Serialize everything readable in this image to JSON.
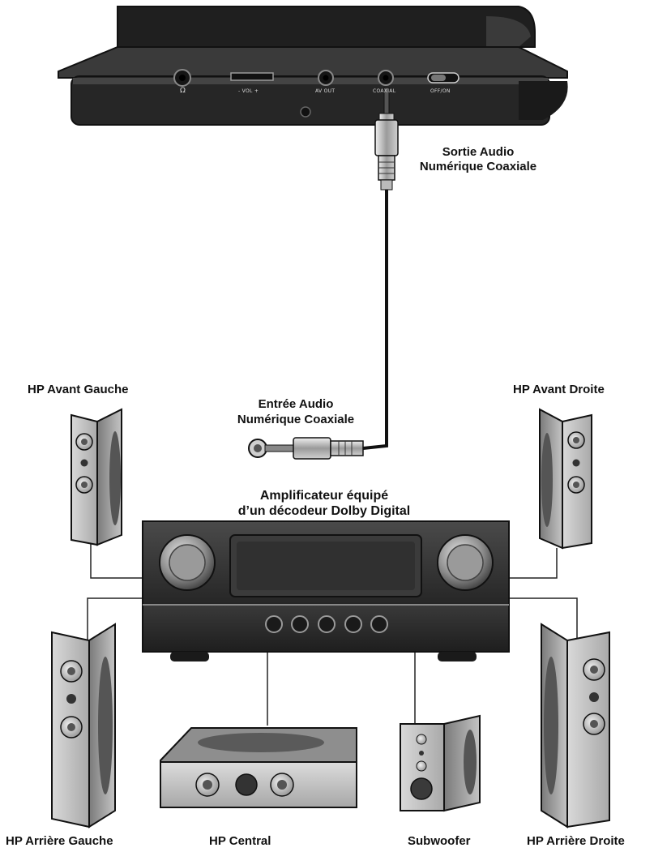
{
  "player": {
    "vol_label": "- VOL +",
    "av_out_label": "AV OUT",
    "coaxial_label": "COAXIAL",
    "switch_label": "OFF/ON"
  },
  "labels": {
    "output_line1": "Sortie Audio",
    "output_line2": "Numérique Coaxiale",
    "input_line1": "Entrée Audio",
    "input_line2": "Numérique Coaxiale",
    "amp_line1": "Amplificateur équipé",
    "amp_line2": "d’un décodeur Dolby Digital",
    "front_left": "HP Avant Gauche",
    "front_right": "HP Avant Droite",
    "rear_left": "HP Arrière Gauche",
    "center": "HP Central",
    "subwoofer": "Subwoofer",
    "rear_right": "HP Arrière Droite"
  },
  "colors": {
    "dark_body": "#2b2b2b",
    "speaker_grey": "#b8b8b8",
    "outline": "#111111"
  }
}
